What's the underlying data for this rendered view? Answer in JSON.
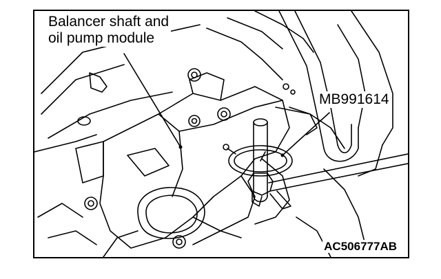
{
  "labels": {
    "module_line1": "Balancer shaft and",
    "module_line2": "oil pump module",
    "tool": "MB991614",
    "code": "AC506777AB"
  }
}
